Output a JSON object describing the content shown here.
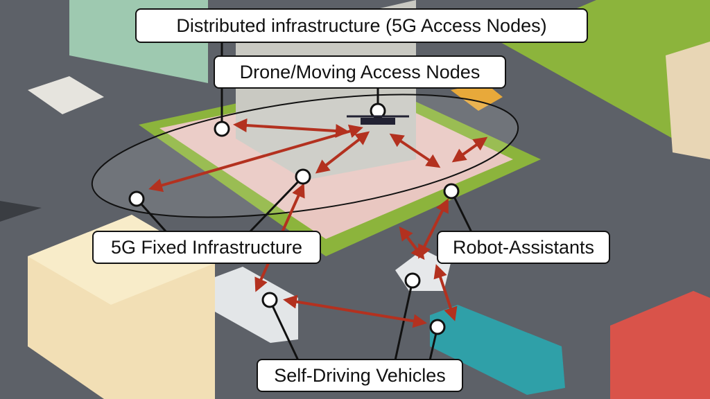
{
  "labels": {
    "distributed": "Distributed infrastructure (5G Access Nodes)",
    "drone": "Drone/Moving Access Nodes",
    "fixed": "5G Fixed Infrastructure",
    "robots": "Robot-Assistants",
    "vehicles": "Self-Driving Vehicles"
  },
  "colors": {
    "arrow": "#b3311f",
    "road": "#5d6168",
    "grass": "#8cb43c",
    "plaza": "#e9c7c1"
  }
}
